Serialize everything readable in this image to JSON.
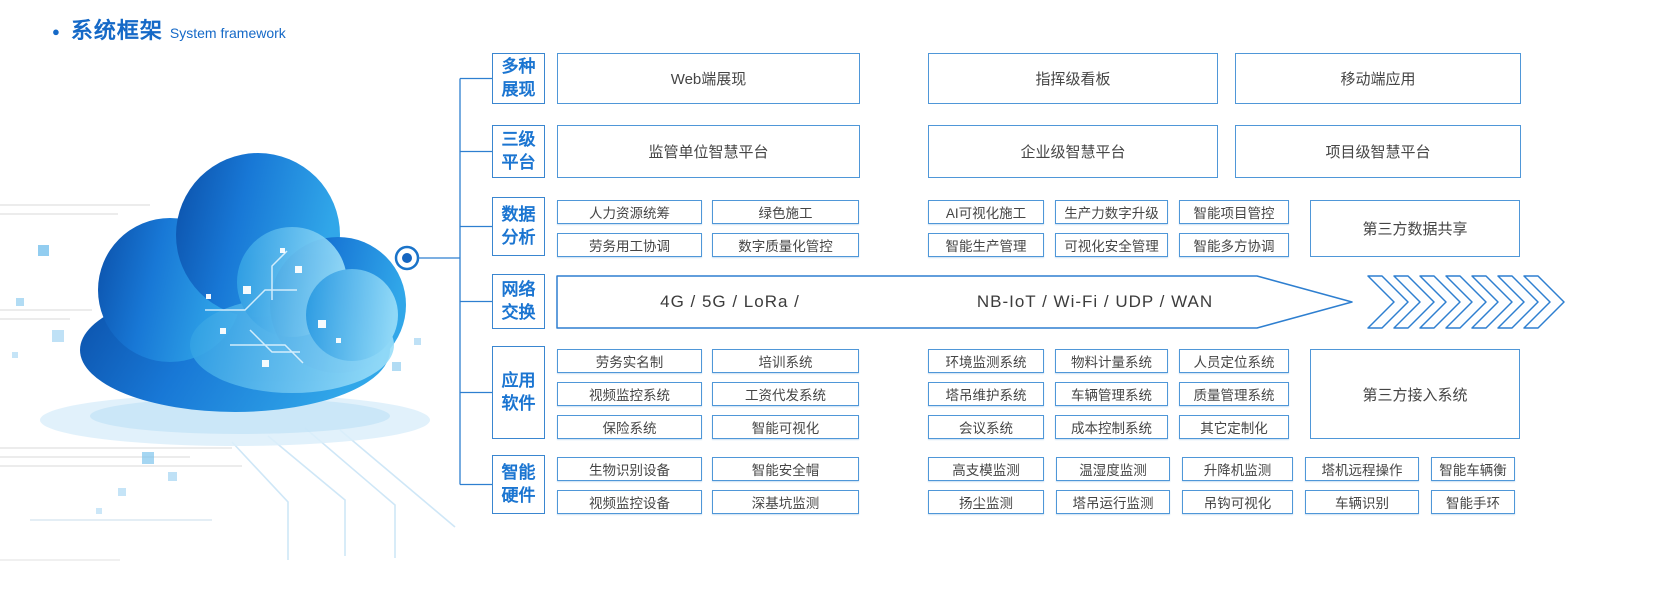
{
  "title": {
    "bullet": "●",
    "zh": "系统框架",
    "en": "System framework"
  },
  "colors": {
    "accent": "#1b75d1",
    "box_border": "#4f97d8",
    "box_text": "#454545",
    "connector": "#2e7fd0",
    "cloud_dark": "#0b4fa8",
    "cloud_light": "#9adef9"
  },
  "framework": {
    "rows": [
      {
        "label": [
          "多种",
          "展现"
        ],
        "boxes": [
          "Web端展现",
          "指挥级看板",
          "移动端应用"
        ]
      },
      {
        "label": [
          "三级",
          "平台"
        ],
        "boxes": [
          "监管单位智慧平台",
          "企业级智慧平台",
          "项目级智慧平台"
        ]
      },
      {
        "label": [
          "数据",
          "分析"
        ],
        "left": [
          "人力资源统筹",
          "绿色施工",
          "劳务用工协调",
          "数字质量化管控"
        ],
        "right": [
          "AI可视化施工",
          "生产力数字升级",
          "智能项目管控",
          "智能生产管理",
          "可视化安全管理",
          "智能多方协调"
        ],
        "tall": "第三方数据共享"
      },
      {
        "label": [
          "网络",
          "交换"
        ],
        "text_left": "4G / 5G / LoRa /",
        "text_right": "NB-IoT / Wi-Fi / UDP / WAN"
      },
      {
        "label": [
          "应用",
          "软件"
        ],
        "left": [
          "劳务实名制",
          "培训系统",
          "视频监控系统",
          "工资代发系统",
          "保险系统",
          "智能可视化"
        ],
        "right": [
          "环境监测系统",
          "物料计量系统",
          "人员定位系统",
          "塔吊维护系统",
          "车辆管理系统",
          "质量管理系统",
          "会议系统",
          "成本控制系统",
          "其它定制化"
        ],
        "tall": "第三方接入系统"
      },
      {
        "label": [
          "智能",
          "硬件"
        ],
        "left": [
          "生物识别设备",
          "智能安全帽",
          "视频监控设备",
          "深基坑监测"
        ],
        "right": [
          "高支模监测",
          "温湿度监测",
          "升降机监测",
          "塔机远程操作",
          "智能车辆衡",
          "扬尘监测",
          "塔吊运行监测",
          "吊钩可视化",
          "车辆识别",
          "智能手环"
        ]
      }
    ]
  }
}
